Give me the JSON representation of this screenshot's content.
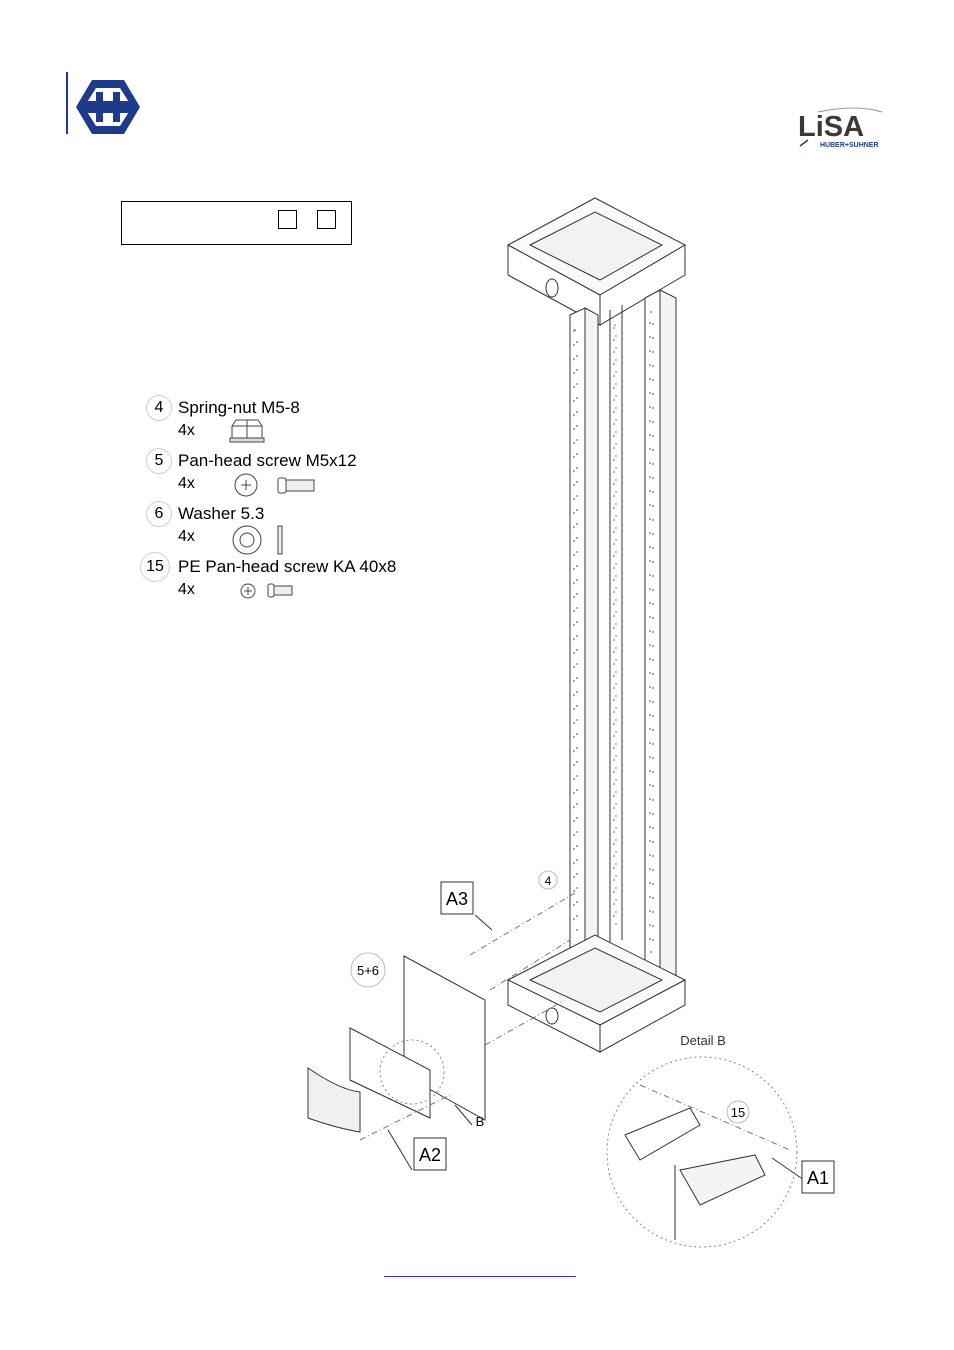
{
  "header": {
    "logo_letter": "H",
    "lisa_logo_text": "LiSA",
    "lisa_sub_text": "HUBER+SUHNER"
  },
  "parts": [
    {
      "number": "4",
      "name": "Spring-nut M5-8",
      "qty": "4x"
    },
    {
      "number": "5",
      "name": "Pan-head screw M5x12",
      "qty": "4x"
    },
    {
      "number": "6",
      "name": "Washer 5.3",
      "qty": "4x"
    },
    {
      "number": "15",
      "name": "PE Pan-head screw KA 40x8",
      "qty": "4x"
    }
  ],
  "drawing": {
    "callout_4": "4",
    "callout_56": "5+6",
    "callout_15": "15",
    "label_a1": "A1",
    "label_a2": "A2",
    "label_a3": "A3",
    "label_b": "B",
    "detail_title": "Detail B"
  },
  "footer": {
    "link_text": ""
  },
  "colors": {
    "brand_blue": "#1e3a8a",
    "line": "#333333"
  }
}
